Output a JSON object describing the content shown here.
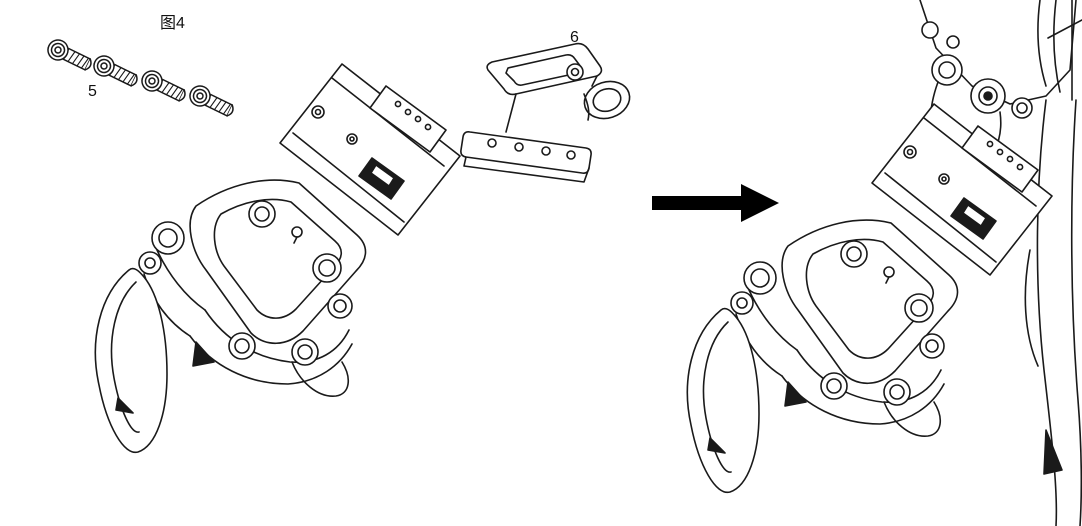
{
  "figure": {
    "title": "图4",
    "part_labels": {
      "screws": "5",
      "bracket": "6"
    }
  },
  "illustrations": {
    "screws": "hex-socket-screws-icon",
    "gripper": "robotic-gripper-illustration",
    "bracket": "mounting-bracket-illustration",
    "arrow": "assembly-direction-arrow-icon",
    "assembled": "gripper-mounted-on-robot-arm-illustration"
  },
  "colors": {
    "line": "#1a1a1a",
    "background": "#ffffff",
    "arrow": "#000000"
  }
}
